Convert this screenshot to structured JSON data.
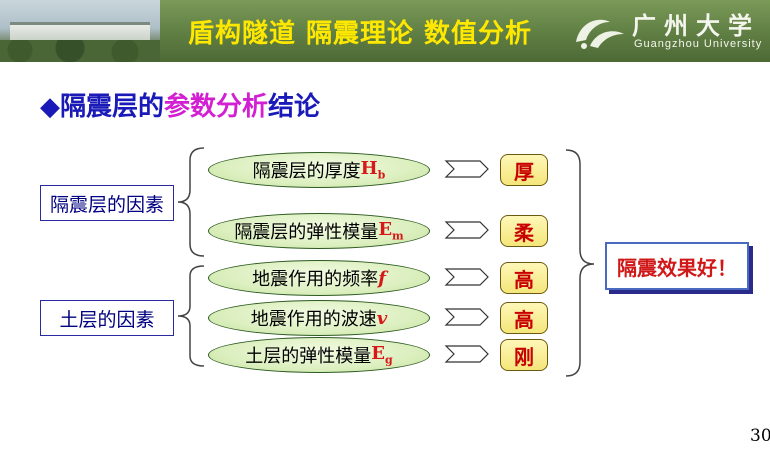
{
  "header": {
    "title": "盾构隧道 隔震理论 数值分析",
    "logo_cn": "广州大学",
    "logo_en": "Guangzhou University"
  },
  "subtitle": {
    "bullet": "◆",
    "part1": "隔震层的",
    "part2": "参数分析",
    "part3": "结论"
  },
  "factors": {
    "isolation": "隔震层的因素",
    "soil": "土层的因素"
  },
  "parameters": [
    {
      "text": "隔震层的厚度",
      "symbol": "H",
      "sub": "b",
      "italic": false
    },
    {
      "text": "隔震层的弹性模量",
      "symbol": "E",
      "sub": "m",
      "italic": false
    },
    {
      "text": "地震作用的频率",
      "symbol": "f",
      "sub": "",
      "italic": true
    },
    {
      "text": "地震作用的波速",
      "symbol": "v",
      "sub": "",
      "italic": true
    },
    {
      "text": "土层的弹性模量",
      "symbol": "E",
      "sub": "g",
      "italic": false
    }
  ],
  "results": [
    "厚",
    "柔",
    "高",
    "高",
    "刚"
  ],
  "conclusion": "隔震效果好！",
  "page_number": "30",
  "colors": {
    "header_green": "#5f7e43",
    "title_yellow": "#ffe800",
    "subtitle_blue": "#1a1ab8",
    "subtitle_magenta": "#d21fd2",
    "symbol_red": "#d81818",
    "result_fill": "#f4e67a",
    "pill_fill": "#dcefbf"
  }
}
